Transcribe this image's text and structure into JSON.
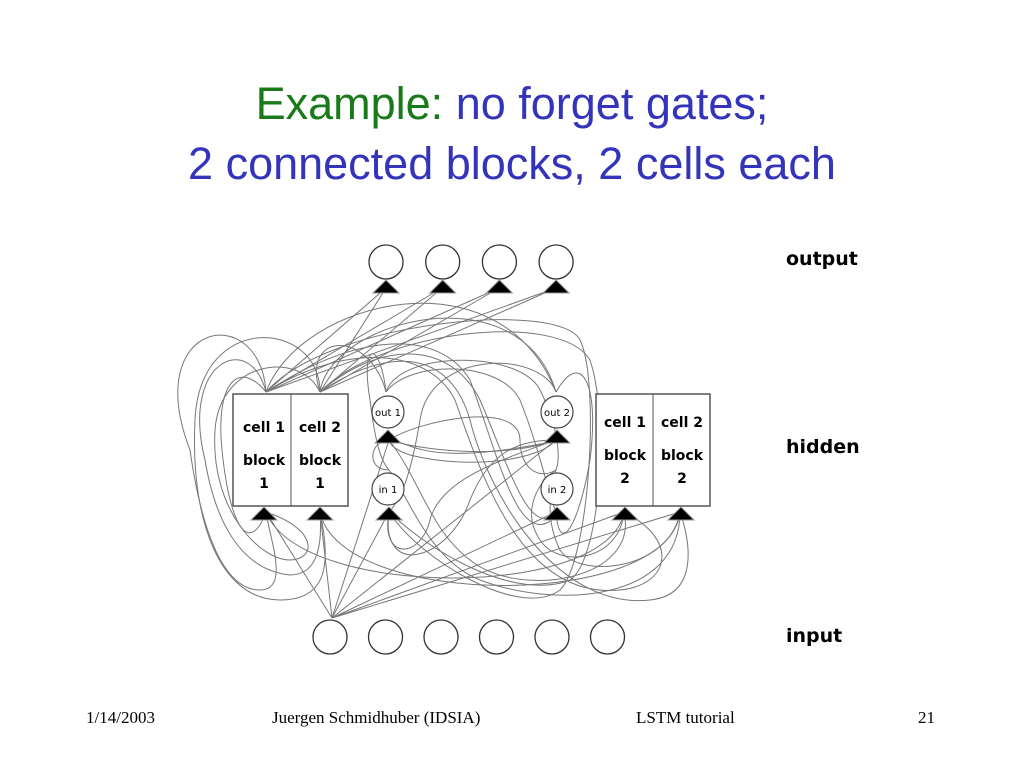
{
  "slide": {
    "title_highlight": "Example:",
    "title_line1_rest": " no forget gates;",
    "title_line2": "2 connected blocks, 2 cells each",
    "title_colors": {
      "highlight": "#1a7a1a",
      "main": "#3333bb"
    }
  },
  "diagram": {
    "layer_labels": {
      "output": "output",
      "hidden": "hidden",
      "input": "input"
    },
    "output_units": 4,
    "input_units": 6,
    "blocks": [
      {
        "cells": [
          {
            "cell": "cell 1",
            "block": "block",
            "num": "1"
          },
          {
            "cell": "cell 2",
            "block": "block",
            "num": "1"
          }
        ]
      },
      {
        "cells": [
          {
            "cell": "cell 1",
            "block": "block",
            "num": "2"
          },
          {
            "cell": "cell 2",
            "block": "block",
            "num": "2"
          }
        ]
      }
    ],
    "gates": {
      "out1": "out 1",
      "in1": "in 1",
      "out2": "out 2",
      "in2": "in 2"
    }
  },
  "footer": {
    "date": "1/14/2003",
    "author": "Juergen Schmidhuber (IDSIA)",
    "topic": "LSTM tutorial",
    "page": "21"
  }
}
